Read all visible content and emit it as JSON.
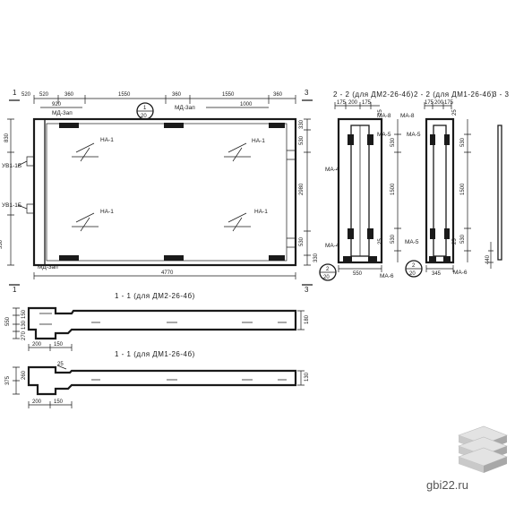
{
  "plan": {
    "top_dims": [
      "520",
      "360",
      "1550",
      "360",
      "1550",
      "360",
      "520"
    ],
    "top_dims_second": [
      "920",
      "1000"
    ],
    "bottom_dim": "4770",
    "left_dims": [
      "830",
      "230",
      "530"
    ],
    "right_dims": [
      "330",
      "530",
      "2980",
      "530",
      "330"
    ],
    "sections_top_label": "1",
    "sections_top_ref": "20",
    "sections_bottom_label": "2",
    "sections_bottom_ref": "20",
    "md3_labels": [
      "МД-3ап",
      "МД-3ап",
      "МД-3ап"
    ],
    "na1_labels": [
      "НА-1",
      "НА-1",
      "НА-1",
      "НА-1"
    ],
    "ub_labels": [
      "УВ1-1Б",
      "УВ1-1Б"
    ],
    "cut_marks": [
      "1",
      "1",
      "3",
      "3"
    ]
  },
  "section_2a": {
    "title": "2 - 2 (для ДМ2-26-4б)",
    "dims_top": [
      "175",
      "200",
      "175"
    ],
    "dims_right": [
      "530",
      "1500",
      "530"
    ],
    "dims_bottom": "550",
    "labels": [
      "МА-8",
      "МА-5",
      "МА-4",
      "МА-4",
      "МА-6"
    ],
    "marks": [
      "25",
      "25"
    ]
  },
  "section_2b": {
    "title": "2 - 2 (для ДМ1-26-4б)",
    "dims_top": [
      "175",
      "200",
      "175"
    ],
    "dims_right": [
      "530",
      "1500",
      "530"
    ],
    "dims_bottom": "345",
    "labels": [
      "МА-8",
      "МА-5",
      "МА-5",
      "МА-6"
    ],
    "marks": [
      "25",
      "25"
    ],
    "circle_label": "2",
    "circle_ref": "20"
  },
  "section_3": {
    "title": "3 - 3",
    "dims": [
      "440"
    ]
  },
  "section_1a": {
    "title": "1 - 1  (для ДМ2-26-4б)",
    "dims_left": [
      "550",
      "150",
      "130",
      "270"
    ],
    "dims_bottom": [
      "200",
      "150"
    ],
    "dims_right": "180"
  },
  "section_1b": {
    "title": "1 - 1  (для ДМ1-26-4б)",
    "dims_left": [
      "375",
      "260"
    ],
    "dims_bottom": [
      "200",
      "150"
    ],
    "dims_right": "130",
    "mark": "25"
  },
  "watermark": "gbi22.ru"
}
